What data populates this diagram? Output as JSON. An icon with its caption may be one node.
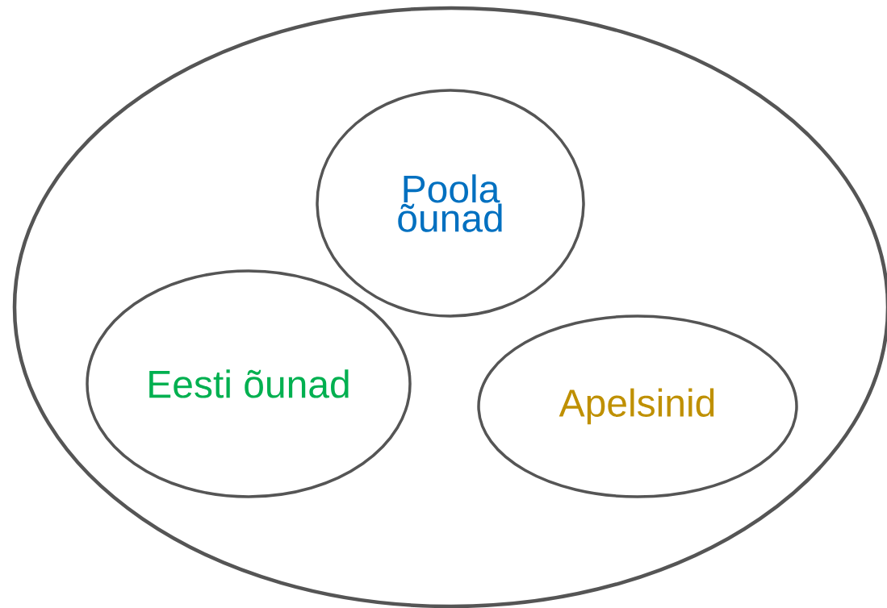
{
  "diagram": {
    "nodes": [
      {
        "text": [],
        "shape": "circle"
      },
      {
        "text": [
          "Poola õunad"
        ],
        "in": 0
      },
      {
        "text": [
          "Eesti õunad"
        ],
        "in": 0
      },
      {
        "text": [
          "Apelsinid"
        ],
        "in": 0
      }
    ]
  }
}
